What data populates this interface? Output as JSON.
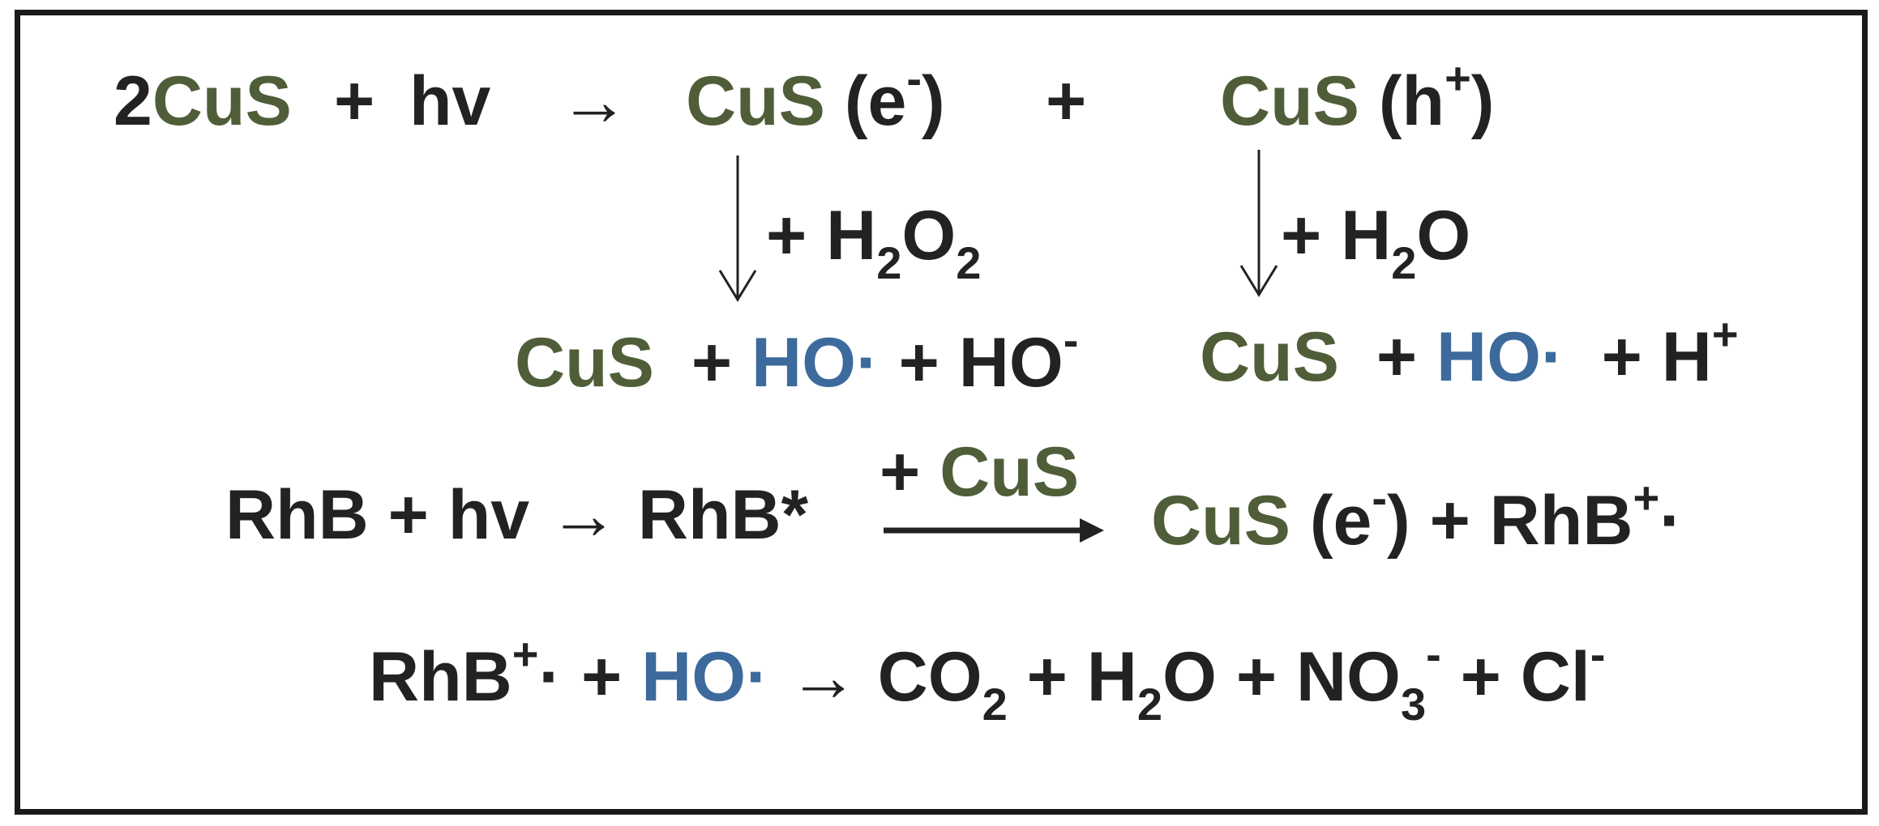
{
  "colors": {
    "cus": "#4f5e38",
    "hydroxyl": "#3c6a9c",
    "text": "#222222",
    "border": "#1a1a1a"
  },
  "eq1": {
    "coef": "2",
    "cus_a": "CuS",
    "plus1": "+",
    "hv": "hv",
    "arrow": "→",
    "cus_b": "CuS",
    "e_paren_open": "(e",
    "e_sign": "-",
    "e_paren_close": ")",
    "plus2": "+",
    "cus_c": "CuS",
    "h_paren_open": "(h",
    "h_sign": "+",
    "h_paren_close": ")"
  },
  "branch_left": {
    "reagent_prefix": "+ H",
    "reagent_sub1": "2",
    "reagent_mid": "O",
    "reagent_sub2": "2",
    "product_cus": "CuS",
    "product_plus1": "+",
    "product_ho": "HO·",
    "product_plus2": "+ HO",
    "product_sign": "-"
  },
  "branch_right": {
    "reagent_prefix": "+ H",
    "reagent_sub": "2",
    "reagent_suffix": "O",
    "product_cus": "CuS",
    "product_plus1": "+",
    "product_ho": "HO·",
    "product_plus2": "+ H",
    "product_sign": "+"
  },
  "eq3": {
    "lhs": "RhB + hv → RhB*",
    "catalyst_plus": "+",
    "catalyst_cus": "CuS",
    "prod_cus": "CuS",
    "prod_e_open": "(e",
    "prod_e_sign": "-",
    "prod_e_close": ") + RhB",
    "prod_rhb_sign": "+",
    "prod_dot": "·"
  },
  "eq4": {
    "rhb": "RhB",
    "rhb_sign": "+",
    "rhb_dot": "·",
    "plus1": "+",
    "ho": "HO·",
    "arrow_co": "→ CO",
    "sub_co2": "2",
    "plus_h": "+ H",
    "sub_h2o": "2",
    "o_plus_no": "O + NO",
    "sub_no3": "3",
    "no3_sign": "-",
    "plus_cl": "+ Cl",
    "cl_sign": "-"
  }
}
